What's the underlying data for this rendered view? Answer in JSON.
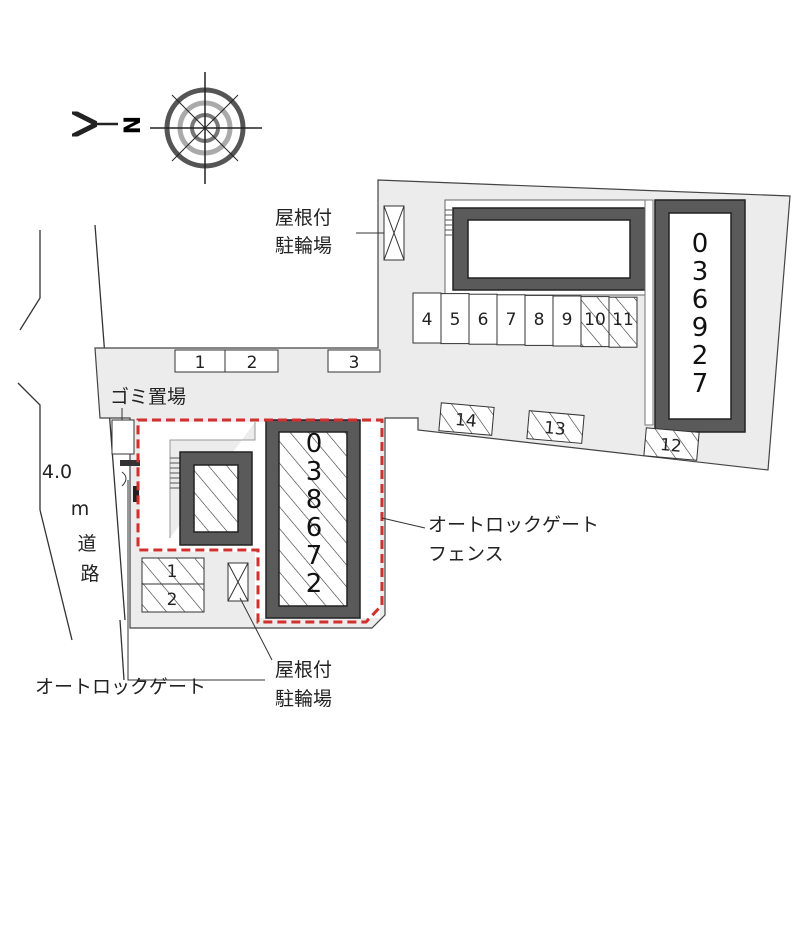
{
  "colors": {
    "site": "#ececec",
    "building": "#5a5a5a",
    "fence": "#d0312d",
    "line": "#333333"
  },
  "compass": {
    "north_label": "N"
  },
  "road": {
    "width_value": "4.0",
    "unit_chars": [
      "m",
      "道",
      "路"
    ]
  },
  "labels": {
    "bike_parking_top": [
      "屋根付",
      "駐輪場"
    ],
    "bike_parking_bottom": [
      "屋根付",
      "駐輪場"
    ],
    "garbage": "ゴミ置場",
    "autolock_fence": [
      "オートロックゲート",
      "フェンス"
    ],
    "autolock_gate": "オートロックゲート"
  },
  "buildings": {
    "left_tall": {
      "digits": [
        "0",
        "3",
        "8",
        "6",
        "7",
        "2"
      ]
    },
    "right_tall": {
      "digits": [
        "0",
        "3",
        "6",
        "9",
        "2",
        "7"
      ]
    }
  },
  "parking": {
    "front_row": [
      "1",
      "2",
      "3"
    ],
    "row": [
      {
        "num": "4",
        "hatched": false
      },
      {
        "num": "5",
        "hatched": false
      },
      {
        "num": "6",
        "hatched": false
      },
      {
        "num": "7",
        "hatched": false
      },
      {
        "num": "8",
        "hatched": false
      },
      {
        "num": "9",
        "hatched": false
      },
      {
        "num": "10",
        "hatched": true
      },
      {
        "num": "11",
        "hatched": true
      }
    ],
    "bottom_row": [
      "14",
      "13",
      "12"
    ],
    "left_lot": [
      "1",
      "2"
    ]
  }
}
